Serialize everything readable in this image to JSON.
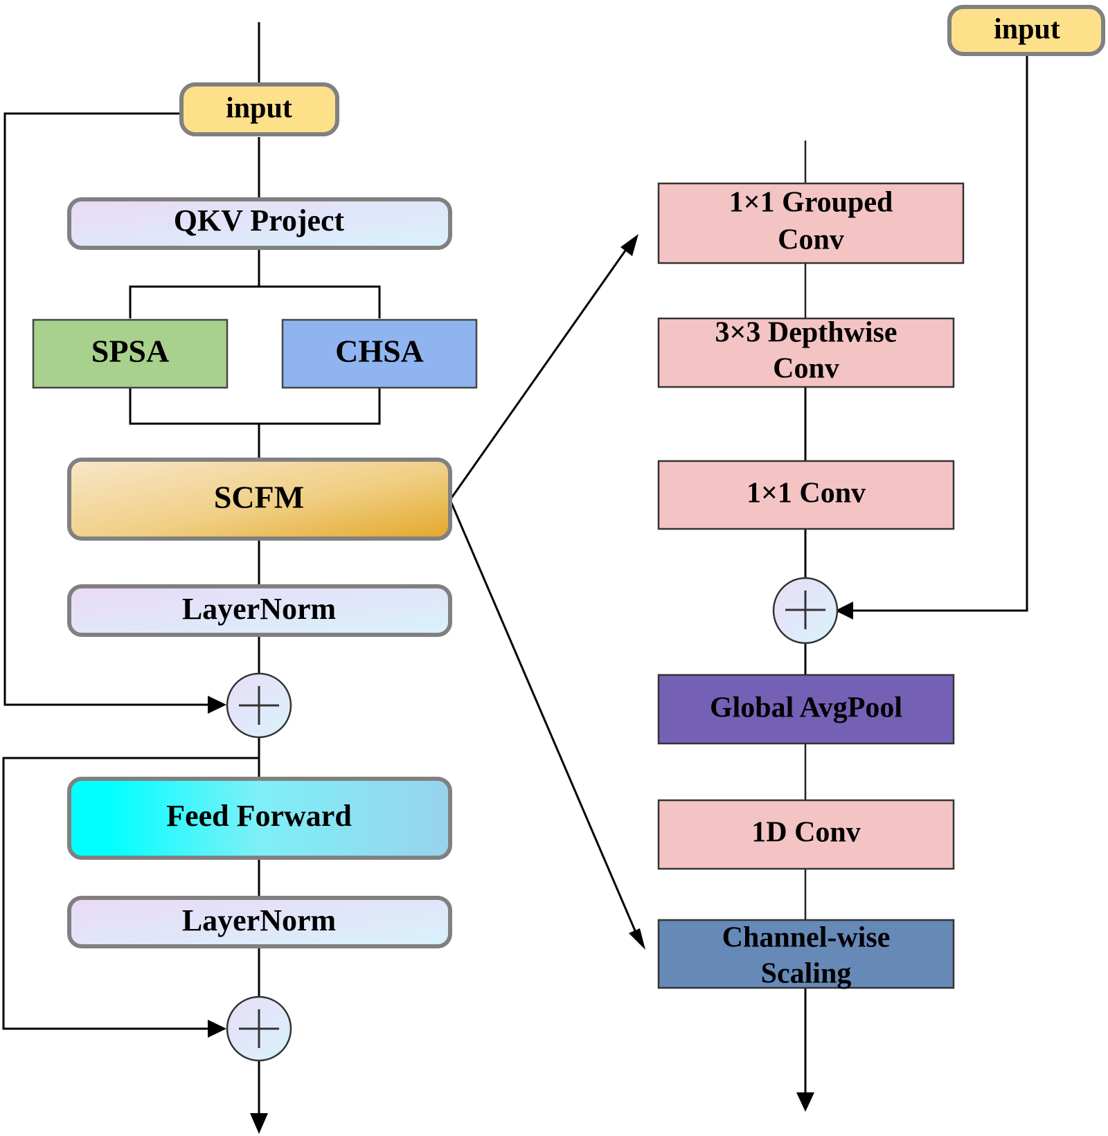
{
  "left": {
    "input": "input",
    "qkv": "QKV Project",
    "spsa": "SPSA",
    "chsa": "CHSA",
    "scfm": "SCFM",
    "layernorm1": "LayerNorm",
    "feedforward": "Feed Forward",
    "layernorm2": "LayerNorm"
  },
  "right": {
    "input": "input",
    "grouped_conv": [
      "1×1 Grouped",
      "Conv"
    ],
    "depthwise_conv": [
      "3×3 Depthwise",
      "Conv"
    ],
    "conv1x1": "1×1 Conv",
    "avgpool": "Global AvgPool",
    "conv1d": "1D Conv",
    "scaling": [
      "Channel-wise",
      "Scaling"
    ]
  },
  "colors": {
    "input_fill": "#FDE08A",
    "spsa_fill": "#A9D18E",
    "chsa_fill": "#8FB4F0",
    "conv_fill": "#F4C4C4",
    "avgpool_fill": "#7461B6",
    "scaling_fill": "#6689B8",
    "box_border": "#808080"
  },
  "icons": {
    "add": "plus-circle-icon"
  }
}
